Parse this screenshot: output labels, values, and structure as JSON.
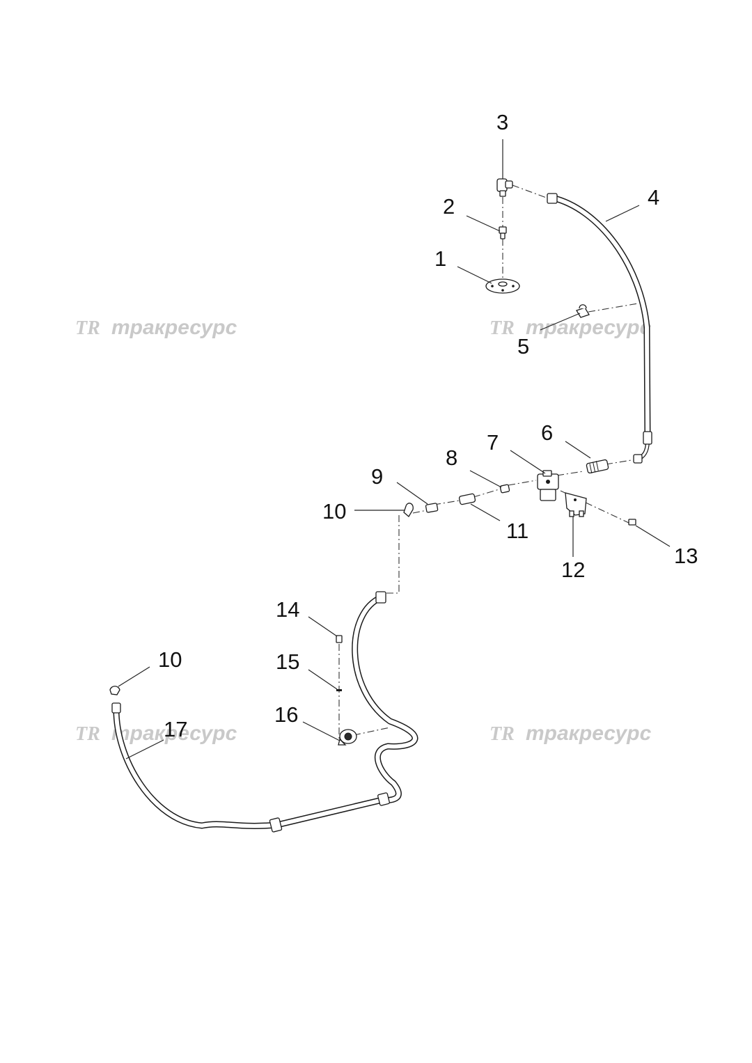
{
  "callouts": [
    {
      "id": "c1",
      "text": "1"
    },
    {
      "id": "c2",
      "text": "2"
    },
    {
      "id": "c3",
      "text": "3"
    },
    {
      "id": "c4",
      "text": "4"
    },
    {
      "id": "c5",
      "text": "5"
    },
    {
      "id": "c6",
      "text": "6"
    },
    {
      "id": "c7",
      "text": "7"
    },
    {
      "id": "c8",
      "text": "8"
    },
    {
      "id": "c9",
      "text": "9"
    },
    {
      "id": "c10a",
      "text": "10"
    },
    {
      "id": "c11",
      "text": "11"
    },
    {
      "id": "c12",
      "text": "12"
    },
    {
      "id": "c13",
      "text": "13"
    },
    {
      "id": "c14",
      "text": "14"
    },
    {
      "id": "c15",
      "text": "15"
    },
    {
      "id": "c16",
      "text": "16"
    },
    {
      "id": "c10b",
      "text": "10"
    },
    {
      "id": "c17",
      "text": "17"
    }
  ],
  "watermark": {
    "logo": "TR",
    "text": "тракресурс"
  }
}
